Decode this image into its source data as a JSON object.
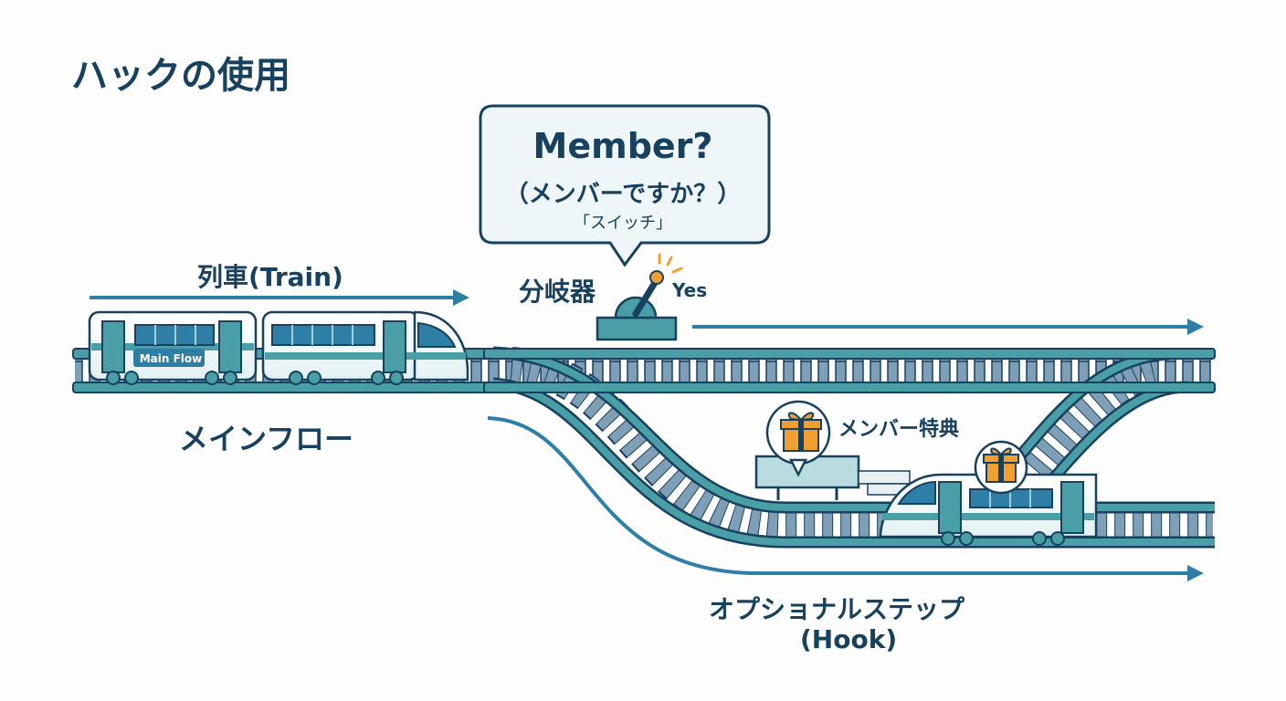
{
  "title": "ハックの使用",
  "train": {
    "label": "列車(Train)",
    "badge": "Main Flow"
  },
  "switch": {
    "label": "分岐器",
    "lever_state": "Yes",
    "bubble": {
      "question": "Member?",
      "question_ja": "（メンバーですか？）",
      "note": "「スイッチ」"
    }
  },
  "main_track": {
    "label": "メインフロー"
  },
  "hook_track": {
    "label_line1": "オプショナルステップ",
    "label_line2": "(Hook)",
    "perk_label": "メンバー特典"
  },
  "icons": {
    "gift": "gift-icon",
    "lever": "switch-lever-icon",
    "train": "train-icon"
  },
  "colors": {
    "navy": "#17415f",
    "teal": "#4a9ea6",
    "blue_arrow": "#2f7ea6",
    "light_teal": "#dff0f2",
    "gift_orange": "#f0a030"
  }
}
